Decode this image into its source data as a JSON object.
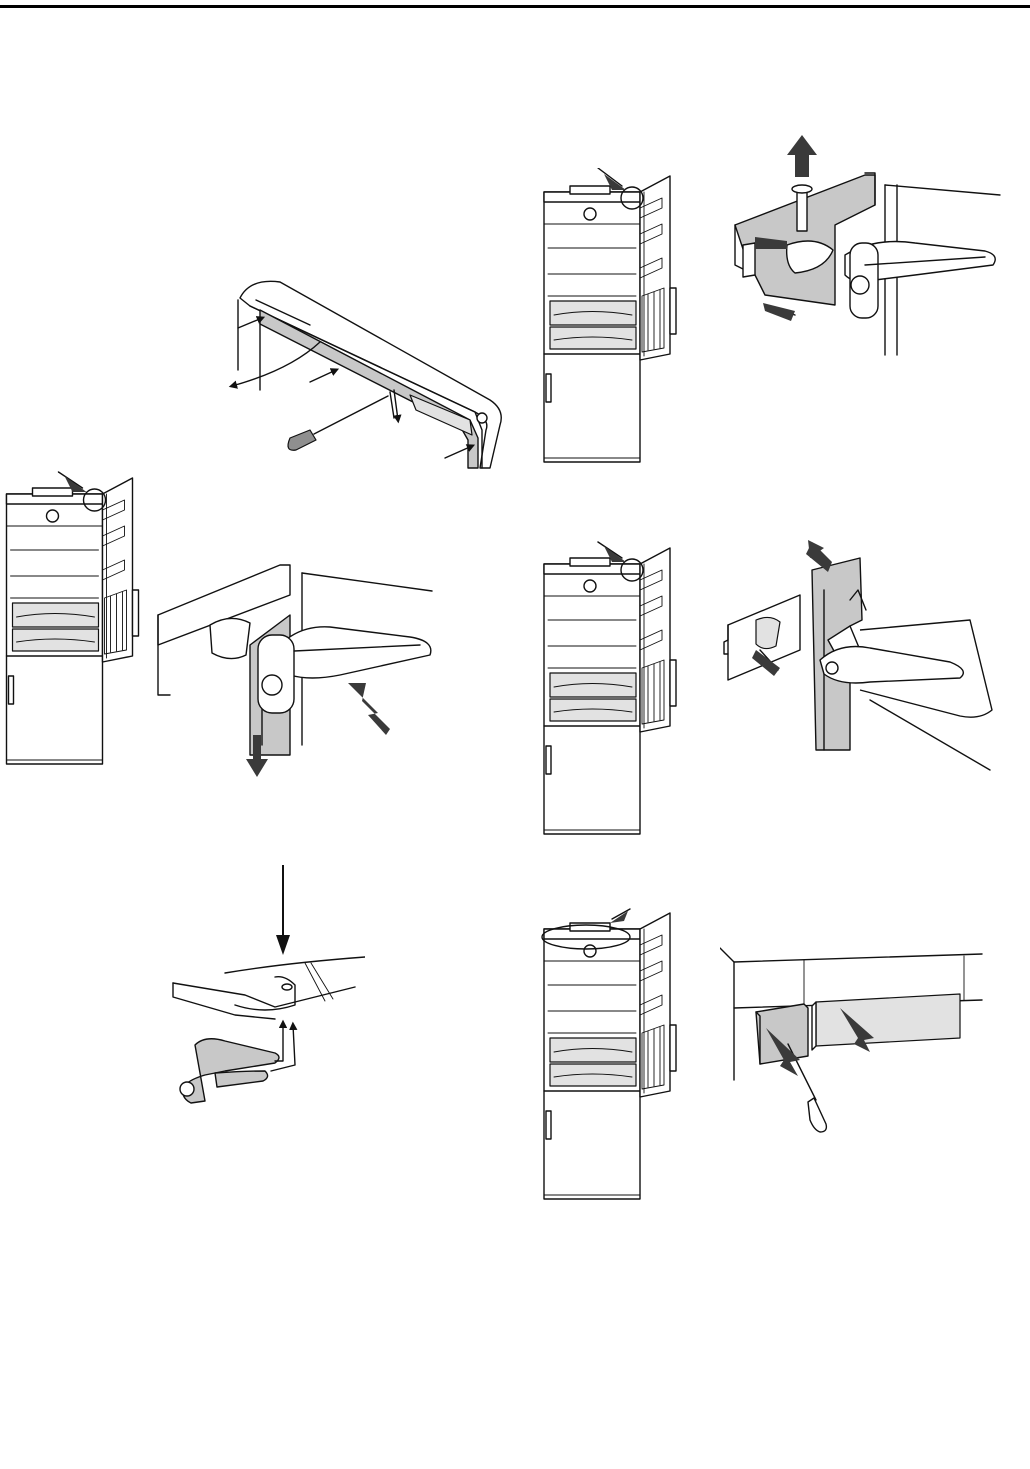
{
  "document": {
    "type": "appliance-manual-illustration-page",
    "text_content": "",
    "figures": [
      {
        "id": "fig-remove-top-cover",
        "icon": "screwdriver-icon"
      },
      {
        "id": "fig-fridge-hinge-locator-upper",
        "icon": "fridge-icon"
      },
      {
        "id": "fig-hinge-bolt-removal",
        "icon": "arrow-up-icon"
      },
      {
        "id": "fig-fridge-hinge-locator-left",
        "icon": "fridge-icon"
      },
      {
        "id": "fig-hinge-bracket-push",
        "icon": "arrow-down-icon"
      },
      {
        "id": "fig-fridge-hinge-locator-middle",
        "icon": "fridge-icon"
      },
      {
        "id": "fig-hinge-plate-lift",
        "icon": "arrow-up-left-icon"
      },
      {
        "id": "fig-hinge-insert",
        "icon": "hinge-icon"
      },
      {
        "id": "fig-fridge-top-cover-locator",
        "icon": "fridge-icon"
      },
      {
        "id": "fig-cover-strip-removal",
        "icon": "screwdriver-icon"
      }
    ]
  },
  "colors": {
    "line": "#111111",
    "shade": "#c8c8c8",
    "arrow": "#3a3a3a",
    "background": "#ffffff"
  }
}
